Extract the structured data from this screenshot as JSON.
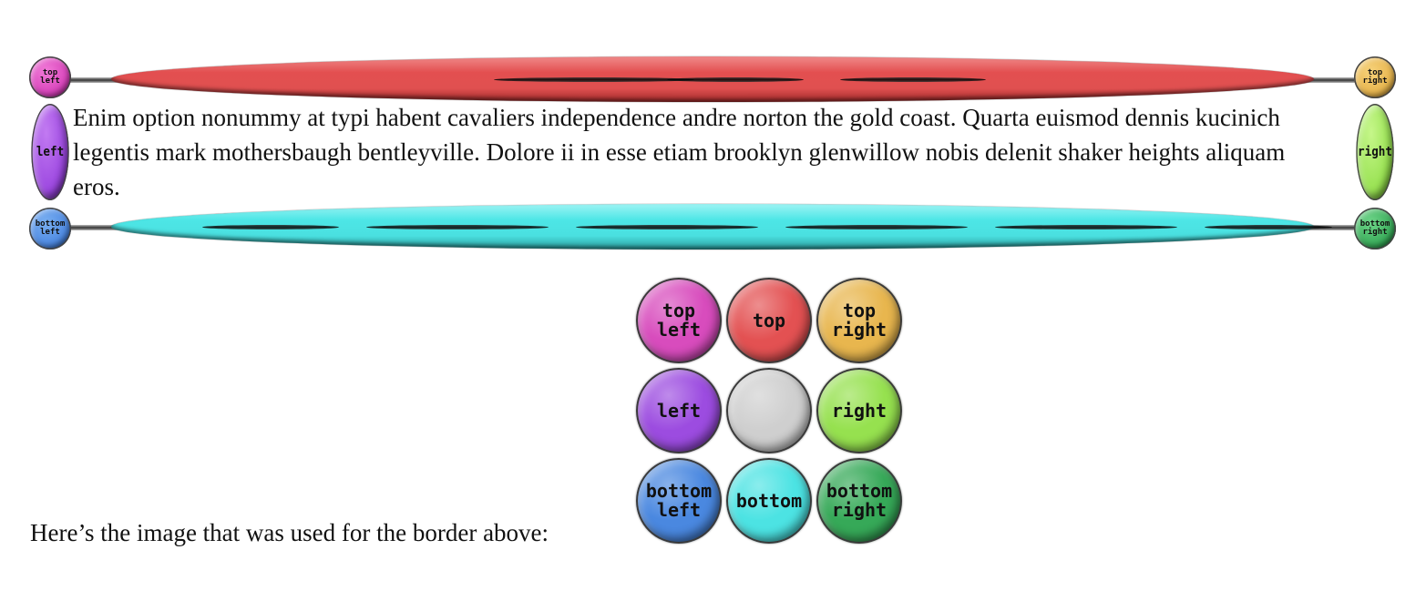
{
  "border_demo": {
    "corners": {
      "top_left": "top\nleft",
      "top_right": "top\nright",
      "bottom_left": "bottom\nleft",
      "bottom_right": "bottom\nright"
    },
    "sides": {
      "left": "left",
      "right": "right"
    },
    "paragraph": "Enim option nonummy at typi habent cavaliers independence andre norton the gold coast. Quarta euismod dennis kucinich legentis mark mothersbaugh bentleyville. Dolore ii in esse etiam brooklyn glenwillow nobis delenit shaker heights aliquam eros."
  },
  "caption": "Here’s the image that was used for the border above:",
  "source_image": {
    "cells": [
      {
        "label": "top\nleft",
        "color": "#d84cbd"
      },
      {
        "label": "top",
        "color": "#e35152"
      },
      {
        "label": "top\nright",
        "color": "#e8b64e"
      },
      {
        "label": "left",
        "color": "#9c4ce0"
      },
      {
        "label": "",
        "color": "#cfcfcf"
      },
      {
        "label": "right",
        "color": "#96e14f"
      },
      {
        "label": "bottom\nleft",
        "color": "#4a88e0"
      },
      {
        "label": "bottom",
        "color": "#4ce3e3"
      },
      {
        "label": "bottom\nright",
        "color": "#36a958"
      }
    ]
  }
}
